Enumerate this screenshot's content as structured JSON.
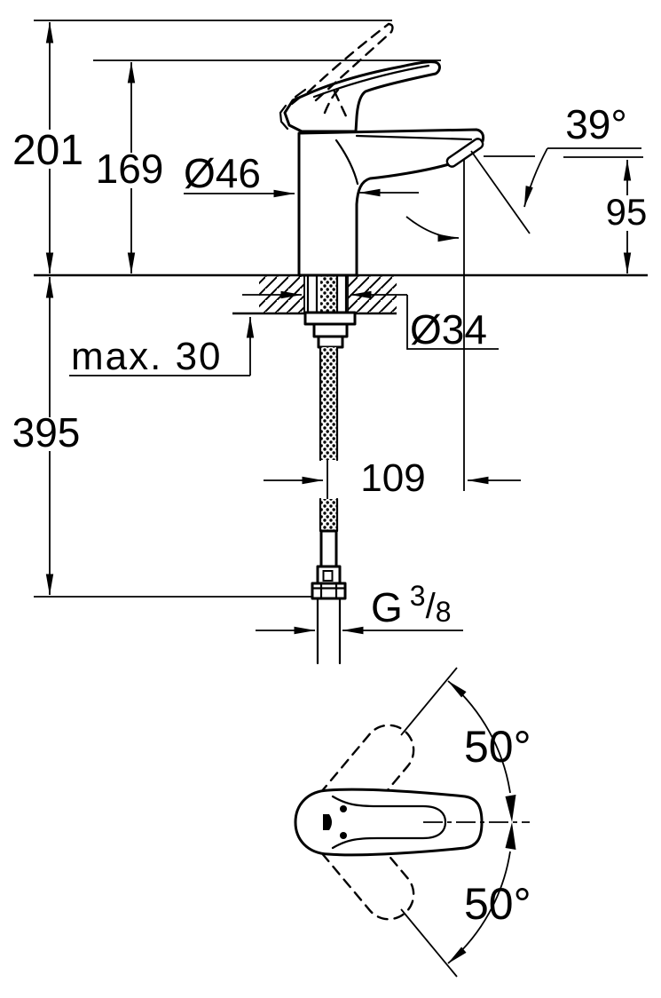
{
  "colors": {
    "line": "#000000",
    "background": "#ffffff"
  },
  "side_view": {
    "total_height": "201",
    "handle_height": "169",
    "body_diameter": "Ø46",
    "spout_angle": "39°",
    "spout_height": "95",
    "counter_thickness": "max. 30",
    "hole_diameter": "Ø34",
    "supply_length": "395",
    "spout_reach": "109",
    "thread": {
      "prefix": "G",
      "numerator": "3",
      "slash": "/",
      "denominator": "8"
    }
  },
  "top_view": {
    "handle_swing_up": "50°",
    "handle_swing_down": "50°"
  }
}
